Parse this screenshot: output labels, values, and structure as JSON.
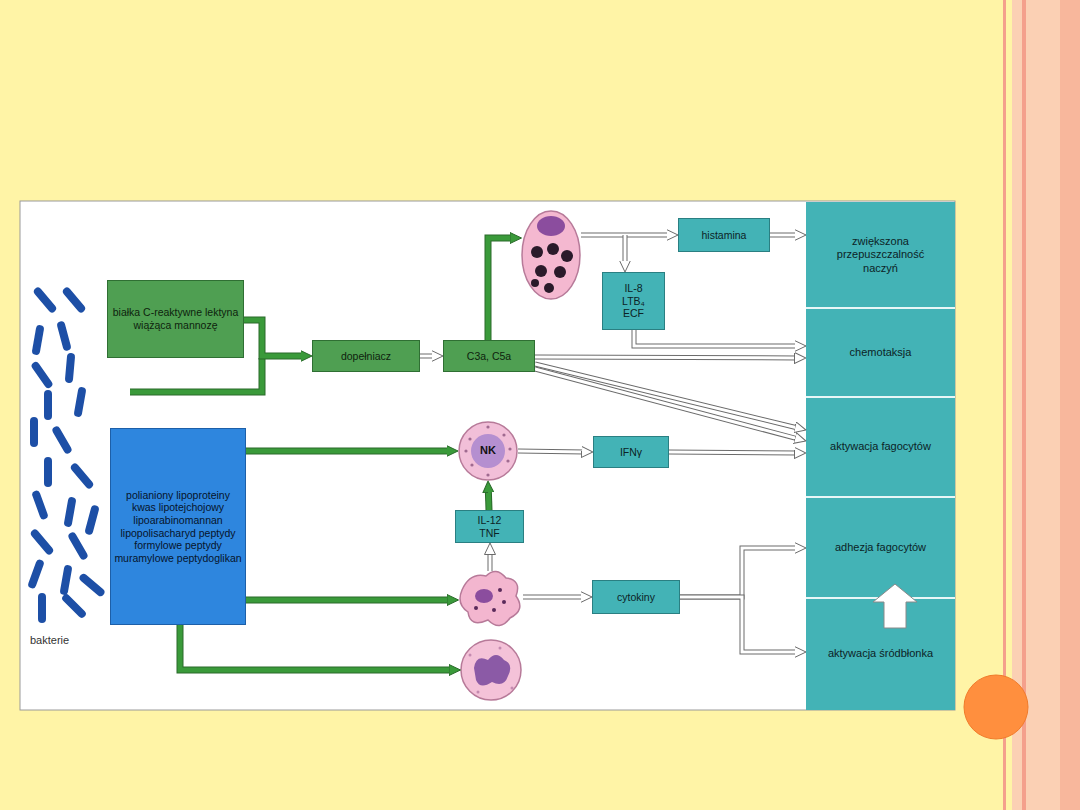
{
  "diagram": {
    "nodes": [
      {
        "text": [
          "białka C-reaktywne lektyna wiążąca mannozę"
        ]
      },
      {
        "text": [
          "dopełniacz"
        ]
      },
      {
        "text": [
          "C3a, C5a"
        ]
      },
      {
        "text": [
          "histamina"
        ]
      },
      {
        "text": [
          "IL-8 LTB₄ ECF"
        ]
      },
      {
        "text": [
          "polianiony lipoproteiny kwas lipotejchojowy lipoarabinomannan lipopolisacharyd peptydy formylowe peptydy muramylowe peptydoglikan"
        ]
      },
      {
        "text": [
          "NK"
        ]
      },
      {
        "text": [
          "IFNγ"
        ]
      },
      {
        "text": [
          "IL-12 TNF"
        ]
      },
      {
        "text": [
          "cytokiny"
        ]
      },
      {
        "text": [
          "zwiększona przepuszczalność naczyń"
        ]
      },
      {
        "text": [
          "chemotaksja"
        ]
      },
      {
        "text": [
          "aktywacja fagocytów"
        ]
      },
      {
        "text": [
          "adhezja fagocytów"
        ]
      },
      {
        "text": [
          "aktywacja śródbłonka"
        ]
      }
    ],
    "edges": [
      {
        "from": 0,
        "to": 1,
        "arrow": "to"
      },
      {
        "from": 1,
        "to": 2,
        "arrow": "to"
      },
      {
        "from": 3,
        "to": 10,
        "arrow": "to"
      },
      {
        "from": 4,
        "to": 11,
        "arrow": "to"
      },
      {
        "from": 2,
        "to": 11,
        "arrow": "to"
      },
      {
        "from": 2,
        "to": 12,
        "arrow": "to"
      },
      {
        "from": 2,
        "to": 12,
        "arrow": "to"
      },
      {
        "from": 5,
        "to": 6,
        "arrow": "to"
      },
      {
        "from": 6,
        "to": 7,
        "arrow": "to"
      },
      {
        "from": 7,
        "to": 12,
        "arrow": "to"
      },
      {
        "from": 8,
        "to": 6,
        "arrow": "to"
      },
      {
        "from": 9,
        "to": 13,
        "arrow": "to"
      },
      {
        "from": 9,
        "to": 14,
        "arrow": "to"
      },
      {
        "from": 14,
        "to": 13,
        "arrow": "to"
      }
    ],
    "labels": [
      "bakterie"
    ]
  }
}
